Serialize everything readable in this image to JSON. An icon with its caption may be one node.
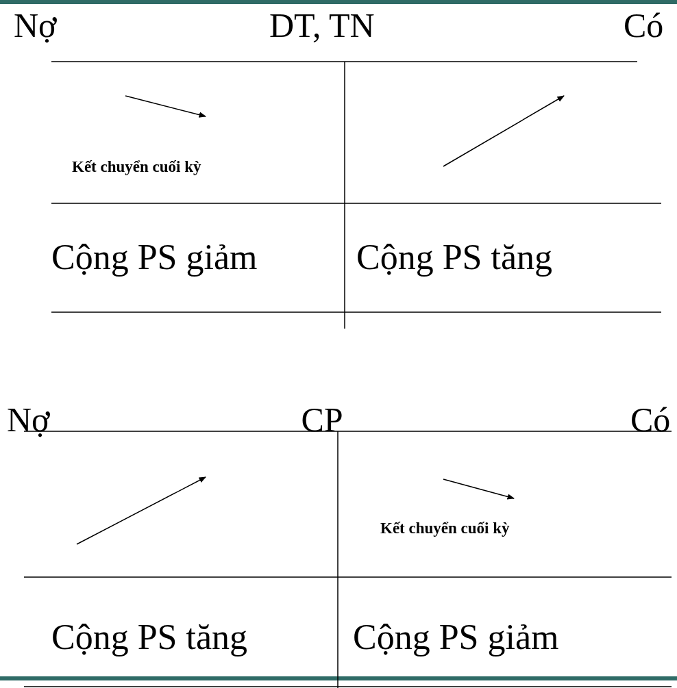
{
  "diagram": {
    "labels": [
      "Nợ",
      "DT, TN",
      "Có",
      "Kết chuyển cuối kỳ",
      "Cộng PS giảm",
      "Cộng PS tăng",
      "Nợ",
      "CP",
      "Có",
      "Kết chuyển cuối kỳ",
      "Cộng PS tăng",
      "Cộng PS giảm"
    ]
  }
}
